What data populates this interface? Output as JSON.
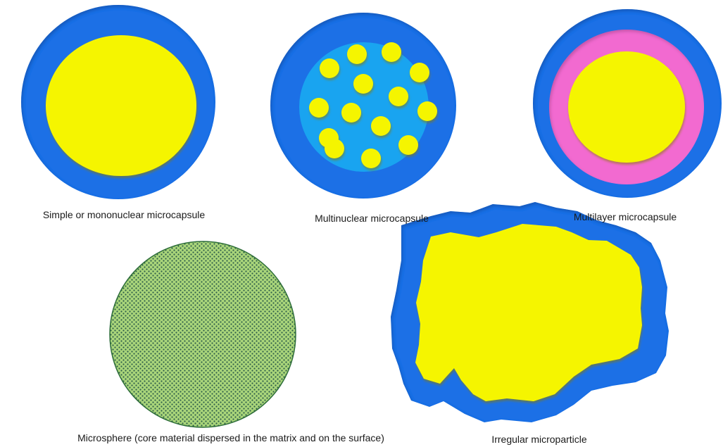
{
  "captions": {
    "simple": "Simple or mononuclear microcapsule",
    "multinuclear": "Multinuclear microcapsule",
    "multilayer": "Multilayer microcapsule",
    "microsphere": "Microsphere (core material dispersed in the matrix and on the surface)",
    "irregular": "Irregular microparticle"
  },
  "colors": {
    "shell": "#1e6fe6",
    "core": "#f5f500",
    "matrix": "#19a4f0",
    "inner_layer": "#f26bd0",
    "microsphere_fill": "#a9d57a",
    "microsphere_dots": "#2e5e4a"
  }
}
